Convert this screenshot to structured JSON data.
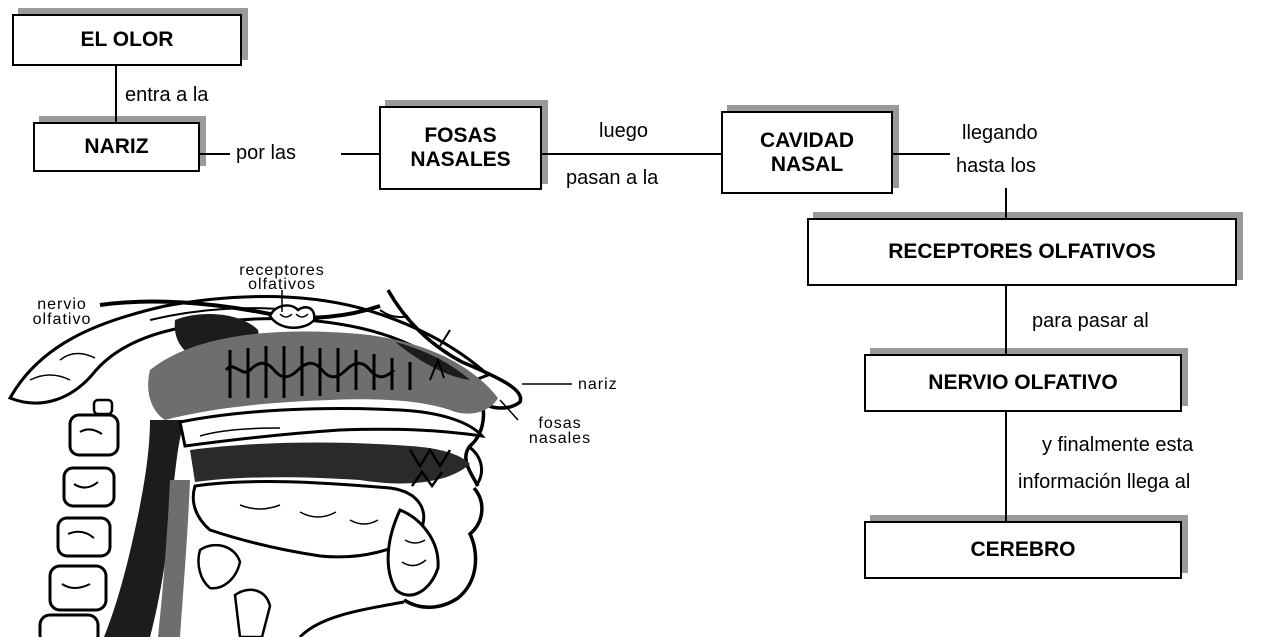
{
  "boxes": {
    "el_olor": "EL OLOR",
    "nariz": "NARIZ",
    "fosas_1": "FOSAS",
    "fosas_2": "NASALES",
    "cavidad_1": "CAVIDAD",
    "cavidad_2": "NASAL",
    "receptores": "RECEPTORES OLFATIVOS",
    "nervio": "NERVIO OLFATIVO",
    "cerebro": "CEREBRO"
  },
  "connectors": {
    "entra": "entra a la",
    "por_las": "por las",
    "luego": "luego",
    "pasan": "pasan a la",
    "llegando": "llegando",
    "hasta_los": "hasta los",
    "para_pasar": "para pasar al",
    "finalmente_1": "y finalmente esta",
    "finalmente_2": "información llega al"
  },
  "illustration": {
    "receptores_1": "receptores",
    "receptores_2": "olfativos",
    "nervio_1": "nervio",
    "nervio_2": "olfativo",
    "nariz": "nariz",
    "fosas_1": "fosas",
    "fosas_2": "nasales"
  }
}
